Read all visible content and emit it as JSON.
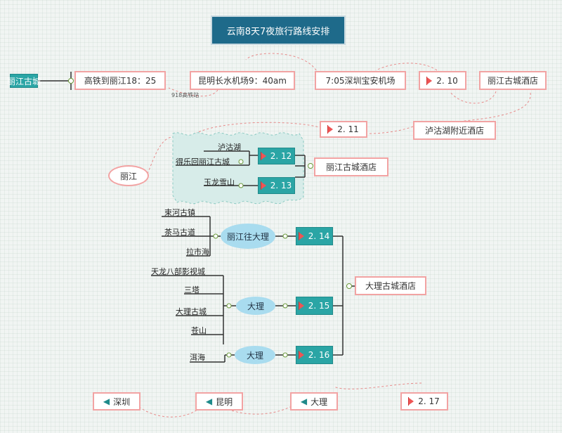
{
  "title": "云南8天7夜旅行路线安排",
  "top_row": {
    "lijiang_ancient_town": "丽江古城",
    "gaotie": "高铁到丽江18：25",
    "kunming": "昆明长水机场9：40am",
    "gaotie_note": "918高铁站",
    "shenzhen": "7:05深圳宝安机场",
    "date_10": "2. 10",
    "lijiang_hotel": "丽江古城酒店"
  },
  "lugu": {
    "date_11": "2. 11",
    "hotel": "泸沽湖附近酒店"
  },
  "lijiang_group": {
    "callout": "丽江",
    "date_12": "2. 12",
    "date_13": "2. 13",
    "hotel": "丽江古城酒店",
    "leaves_12": [
      "泸沽湖",
      "得乐回丽江古城"
    ],
    "leaves_13": [
      "玉龙雪山"
    ]
  },
  "dali_group": {
    "hotel": "大理古城酒店",
    "date_14": "2. 14",
    "date_15": "2. 15",
    "date_16": "2. 16",
    "topic_14": "丽江往大理",
    "topic_15": "大理",
    "topic_16": "大理",
    "leaves_14": [
      "束河古镇",
      "茶马古道",
      "拉市海"
    ],
    "leaves_15": [
      "天龙八部影视城",
      "三塔",
      "大理古城",
      "苍山"
    ],
    "leaves_16": [
      "洱海"
    ]
  },
  "bottom_row": {
    "date_17": "2. 17",
    "dali": "大理",
    "kunming": "昆明",
    "shenzhen": "深圳"
  }
}
